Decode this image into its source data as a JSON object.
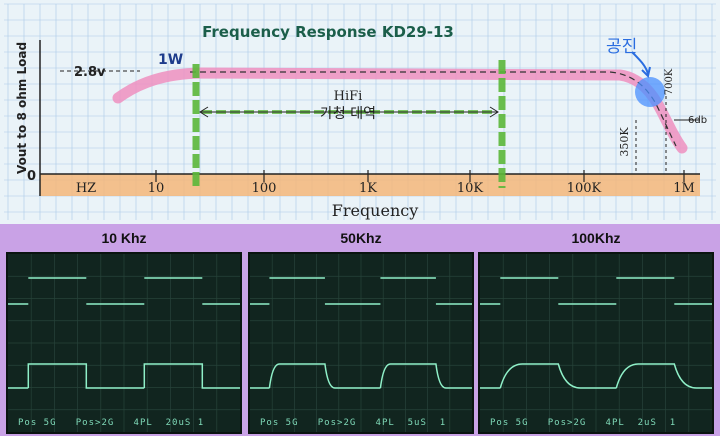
{
  "graph": {
    "title": "Frequency Response  KD29-13",
    "y_axis_label": "Vout to 8 ohm Load",
    "y_level": "2.8v",
    "zero_label": "0",
    "power_label": "1W",
    "x_axis_label": "Frequency",
    "tick_labels": [
      "HZ",
      "10",
      "100",
      "1K",
      "10K",
      "100K",
      "1M"
    ],
    "hifi_label": "HiFi",
    "audible_band_label": "가청 대역",
    "resonance_label": "공진",
    "label_700k": "700K",
    "label_350k": "350K",
    "label_6db": "6db",
    "colors": {
      "response": "#ef8fbf",
      "band": "#5cb83a",
      "axis_strip": "#f5b67a",
      "grid": "#a9c9e8",
      "resonance": "#4a90ff"
    }
  },
  "scopes": [
    {
      "title": "10 Khz",
      "readout": "Pos 5G   Pos>2G   4PL  20uS 1"
    },
    {
      "title": "50Khz",
      "readout": "Pos 5G   Pos>2G   4PL  5uS  1"
    },
    {
      "title": "100Khz",
      "readout": "Pos 5G   Pos>2G   4PL  2uS  1"
    }
  ]
}
